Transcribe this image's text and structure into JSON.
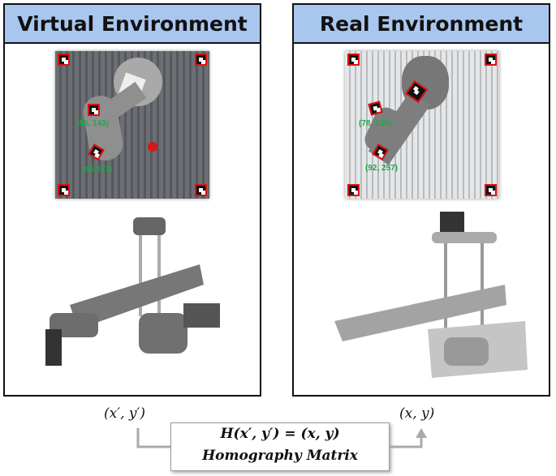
{
  "left_panel": {
    "title": "Virtual Environment",
    "markers": [
      {
        "label": "(83, 143)"
      },
      {
        "label": "(95,267)"
      }
    ]
  },
  "right_panel": {
    "title": "Real Environment",
    "markers": [
      {
        "label": "(78, 139)"
      },
      {
        "label": "(92, 257)"
      }
    ]
  },
  "mapping": {
    "source": "(x′, y′)",
    "target": "(x, y)",
    "equation": "H(x′, y′) = (x, y)",
    "label": "Homography Matrix"
  },
  "colors": {
    "header": "#a9c6ef",
    "marker_border": "#e01010",
    "coord_text": "#1ea84a",
    "arrow": "#aaaaaa"
  }
}
